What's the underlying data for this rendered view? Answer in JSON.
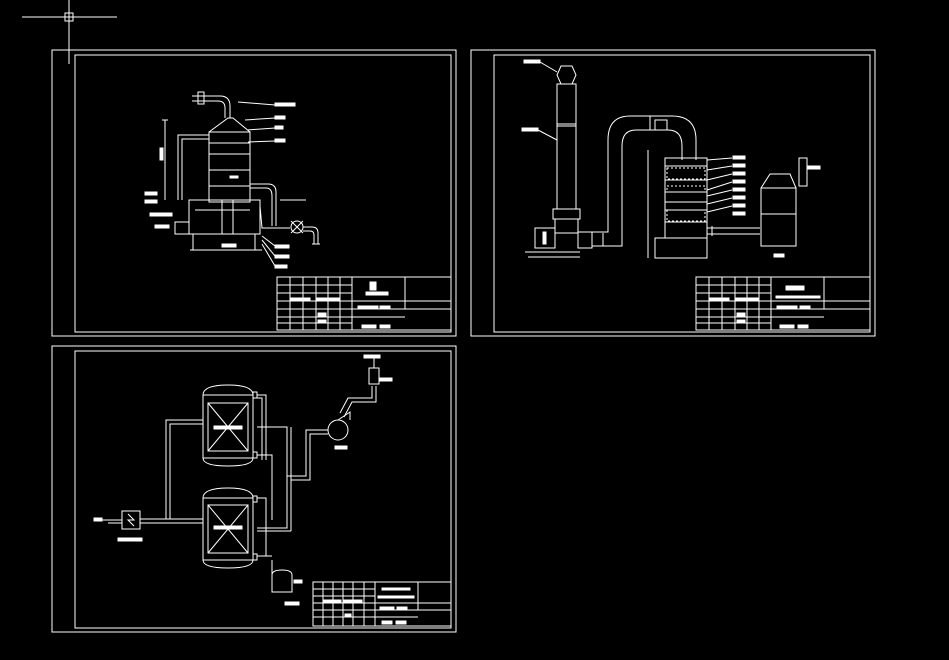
{
  "app": {
    "background": "#000000",
    "line_color": "#ffffff"
  },
  "crosshair": {
    "icon": "cursor-crosshair-icon"
  },
  "sheets": [
    {
      "name": "packed-tower-elevation",
      "icon": "absorption-tower-icon"
    },
    {
      "name": "fan-stack-tower-elevation",
      "icon": "exhaust-stack-icon"
    },
    {
      "name": "process-flow-diagram",
      "icon": "adsorber-vessel-icon"
    }
  ]
}
